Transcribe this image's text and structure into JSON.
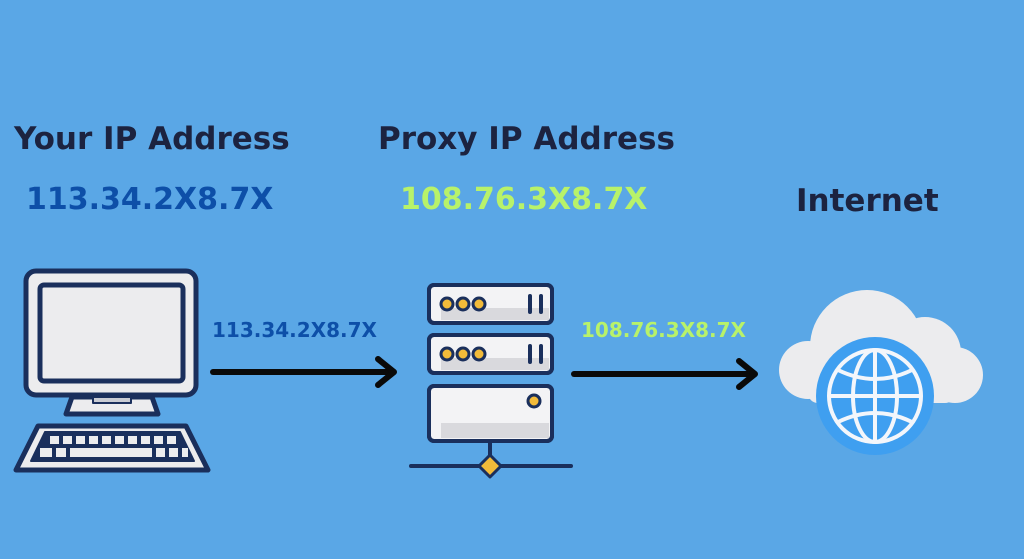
{
  "colors": {
    "background": "#5aa7e6",
    "heading": "#1c2340",
    "your_ip": "#0d4fa8",
    "proxy_ip": "#b8f26a",
    "arrow": "#0a0a0a",
    "outline": "#1a2f5c",
    "device_fill": "#ececee",
    "accent_yellow": "#f2bb3a",
    "globe_blue": "#3f9ff0"
  },
  "client": {
    "title": "Your IP Address",
    "ip": "113.34.2X8.7X",
    "icon": "desktop-computer-icon"
  },
  "proxy": {
    "title": "Proxy IP Address",
    "ip": "108.76.3X8.7X",
    "icon": "server-rack-icon"
  },
  "internet": {
    "title": "Internet",
    "icon": "cloud-globe-icon"
  },
  "links": [
    {
      "from": "client",
      "to": "proxy",
      "label": "113.34.2X8.7X"
    },
    {
      "from": "proxy",
      "to": "internet",
      "label": "108.76.3X8.7X"
    }
  ]
}
